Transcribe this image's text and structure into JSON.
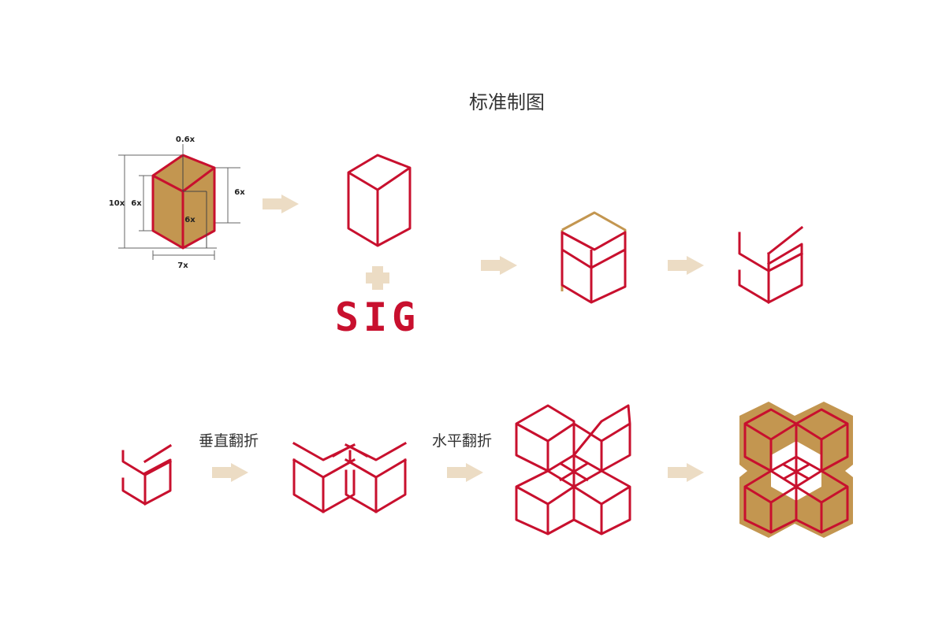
{
  "title": "标准制图",
  "steps": {
    "vertical_flip": "垂直翻折",
    "horizontal_flip": "水平翻折"
  },
  "dimensions": {
    "top": "0.6x",
    "total_height": "10x",
    "left_face": "6x",
    "right_face": "6x",
    "inner_face": "6x",
    "width": "7x"
  },
  "wordmark": "SIG",
  "icons": {
    "arrow": "right-arrow-icon",
    "plus": "plus-icon"
  },
  "colors": {
    "line": "#c8102e",
    "gold": "#c39650",
    "arrow": "#ecdcc4",
    "dim_line": "#666666"
  }
}
